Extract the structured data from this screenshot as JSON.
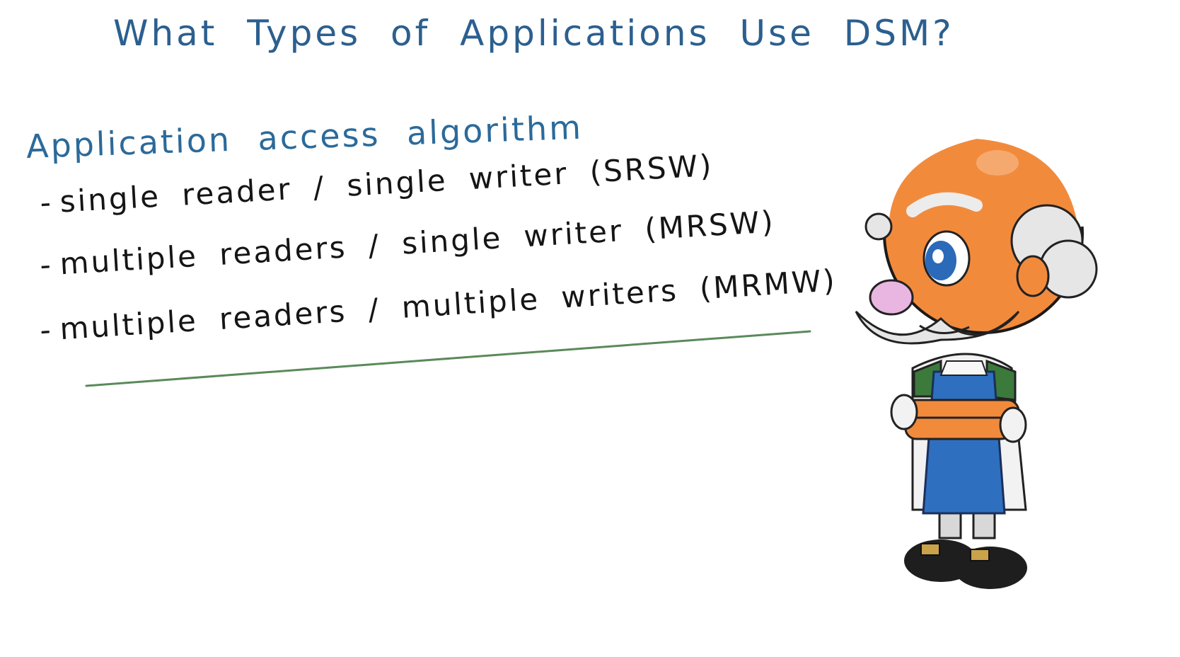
{
  "slide": {
    "title": "What Types of Applications Use DSM?",
    "heading": "Application access algorithm",
    "items": [
      {
        "dash": "-",
        "text": "single reader / single writer (SRSW)"
      },
      {
        "dash": "-",
        "text": "multiple readers / single writer (MRSW)"
      },
      {
        "dash": "-",
        "text": "multiple readers / multiple writers (MRMW)"
      }
    ]
  },
  "colors": {
    "title": "#2b5f8f",
    "heading": "#2b6a9a",
    "body_text": "#151515",
    "underline": "#5a8a5a",
    "mascot_skin": "#f28a3c",
    "mascot_apron": "#2f6fbf",
    "mascot_hair": "#e6e6e6"
  },
  "illustration": {
    "mascot": "professor-mascot-icon"
  }
}
